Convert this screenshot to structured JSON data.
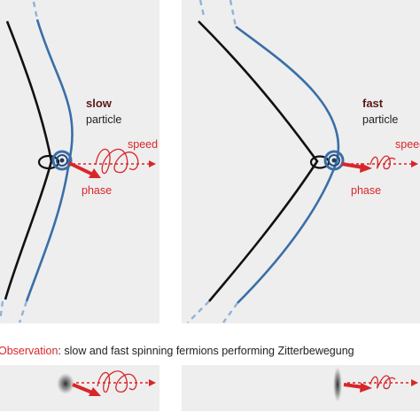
{
  "left_panel": {
    "title_bold": "slow",
    "title_rest": "particle",
    "speed_label": "speed",
    "phase_label": "phase"
  },
  "right_panel": {
    "title_bold": "fast",
    "title_rest": "particle",
    "speed_label": "speed",
    "phase_label": "phase"
  },
  "observation": {
    "label": "Observation",
    "text": ": slow and fast spinning fermions performing Zitterbewegung"
  },
  "colors": {
    "panel_bg": "#eeeeee",
    "black_curve": "#111111",
    "blue_curve": "#3a6ea8",
    "blue_dashed": "#8fb3da",
    "red": "#d8262a",
    "text": "#222222"
  }
}
